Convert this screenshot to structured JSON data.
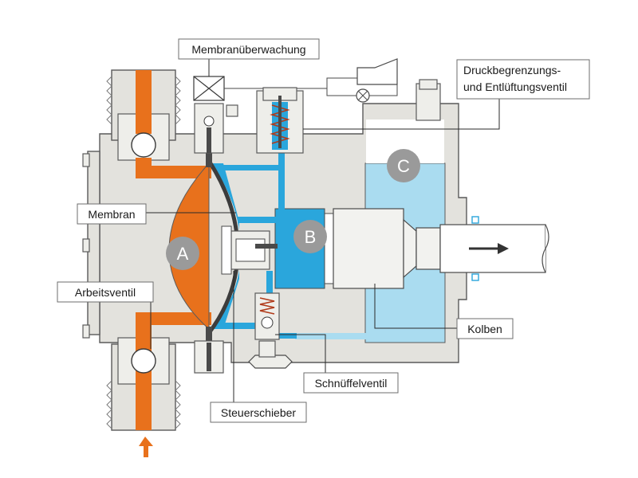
{
  "labels": {
    "membrane_monitoring": "Membranüberwachung",
    "pressure_relief_line1": "Druckbegrenzungs-",
    "pressure_relief_line2": "und Entlüftungsventil",
    "membrane": "Membran",
    "working_valve": "Arbeitsventil",
    "control_slide": "Steuerschieber",
    "snifter_valve": "Schnüffelventil",
    "piston": "Kolben"
  },
  "zones": {
    "a": "A",
    "b": "B",
    "c": "C"
  },
  "colors": {
    "process_fluid": "#e8711c",
    "hydraulic_oil": "#2aa6dc",
    "oil_reservoir": "#aadcf0",
    "housing": "#e3e2dd",
    "zone_badge": "#9a9a9a",
    "outline": "#5a5a5a"
  },
  "flow_direction": {
    "inlet_arrow": "up",
    "piston_arrow": "right"
  }
}
